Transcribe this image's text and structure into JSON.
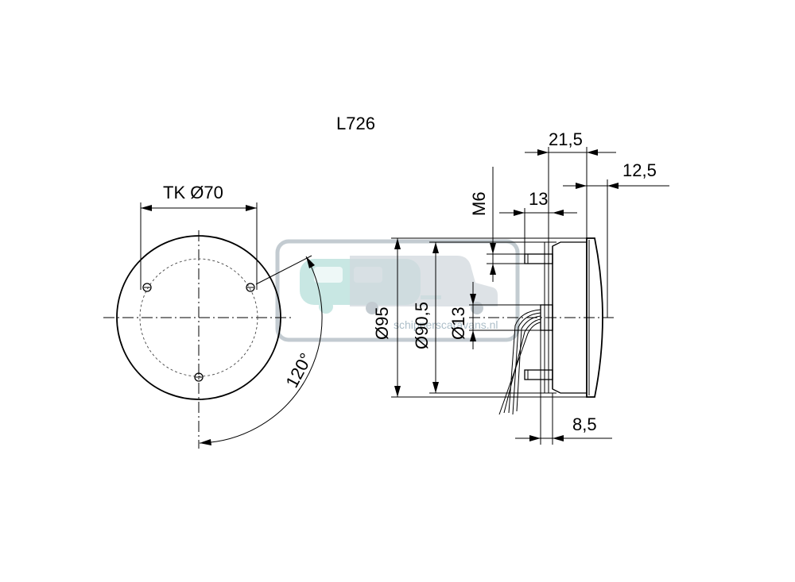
{
  "title": "L726",
  "dimensions": {
    "bolt_circle": "TK Ø70",
    "angle": "120°",
    "outer_diameter": "Ø95",
    "housing_diameter": "Ø90,5",
    "cable_hole": "Ø13",
    "thread": "M6",
    "depth_total": "21,5",
    "lens_depth": "12,5",
    "stud_length": "13",
    "flange_offset": "8,5"
  },
  "watermark": {
    "text": "schipperscaravans.nl",
    "colors": {
      "frame": "#b9c3c9",
      "caravan": "#bfe3df",
      "van": "#c9d2d8"
    }
  }
}
